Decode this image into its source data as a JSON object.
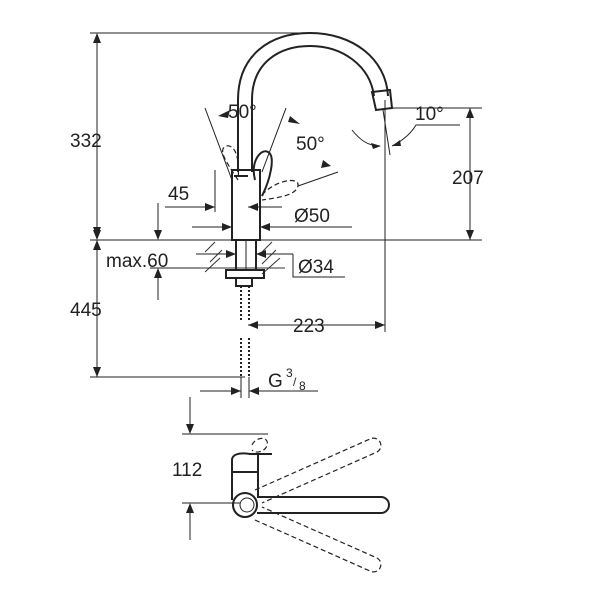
{
  "title": "Kitchen faucet technical drawing",
  "dimensions": {
    "total_height": "332",
    "below_counter": "445",
    "handle_angle_front": "50°",
    "handle_angle_side": "50°",
    "spout_angle": "10°",
    "spout_height": "207",
    "handle_offset": "45",
    "body_diameter": "Ø50",
    "max_counter_thickness": "max.60",
    "hole_diameter": "Ø34",
    "spout_reach": "223",
    "thread": {
      "prefix": "G",
      "numerator": "3",
      "denominator": "8"
    },
    "top_view_offset": "112"
  }
}
